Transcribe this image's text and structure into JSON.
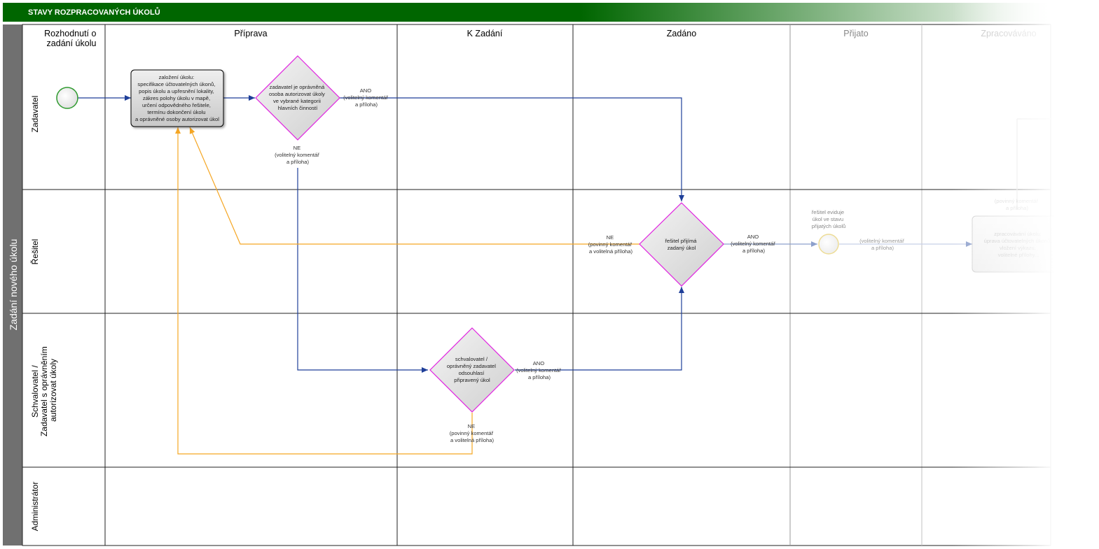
{
  "header": {
    "title": "STAVY ROZPRACOVANÝCH ÚKOLŮ"
  },
  "pool": {
    "label": "Zadání nového úkolu"
  },
  "columns": [
    {
      "label_lines": [
        "Rozhodnutí o",
        "zadání úkolu"
      ]
    },
    {
      "label_lines": [
        "Příprava"
      ]
    },
    {
      "label_lines": [
        "K Zadání"
      ]
    },
    {
      "label_lines": [
        "Zadáno"
      ]
    },
    {
      "label_lines": [
        "Přijato"
      ]
    },
    {
      "label_lines": [
        "Zpracováváno"
      ]
    }
  ],
  "lanes": [
    {
      "label_lines": [
        "Zadavatel"
      ]
    },
    {
      "label_lines": [
        "Řešitel"
      ]
    },
    {
      "label_lines": [
        "Schvalovatel /",
        "Zadavatel s oprávněním",
        "autorizovat úkoly"
      ]
    },
    {
      "label_lines": [
        "Administrátor"
      ]
    }
  ],
  "nodes": {
    "task_create": {
      "type": "task",
      "lines": [
        "založení úkolu:",
        "specifikace účtovatelných úkonů,",
        "popis úkolu a upřesnění lokality,",
        "zákres polohy úkolu v mapě,",
        "určení odpovědného řešitele,",
        "termínu dokončení úkolu",
        "a oprávněné osoby autorizovat úkol"
      ]
    },
    "gw_authorized": {
      "type": "gateway",
      "lines": [
        "zadavatel je oprávněná",
        "osoba autorizovat úkoly",
        "ve vybrané kategorii",
        "hlavních činností"
      ]
    },
    "gw_accept": {
      "type": "gateway",
      "lines": [
        "řešitel přijímá",
        "zadaný úkol"
      ]
    },
    "gw_approve": {
      "type": "gateway",
      "lines": [
        "schvalovatel /",
        "oprávněný zadavatel",
        "odsouhlasí",
        "připravený úkol"
      ]
    },
    "event_accepted": {
      "type": "event",
      "lines": [
        "řešitel eviduje",
        "úkol ve stavu",
        "přijatých úkolů"
      ]
    },
    "task_processing": {
      "type": "task",
      "lines": [
        "zpracovávání úkolu:",
        "úprava účtovatelných úkonů,",
        "vložení výkazu,",
        "volitelné přílohy..."
      ]
    },
    "note_hidden": {
      "lines": [
        "(povinný komentář",
        "a příloha)"
      ]
    }
  },
  "flow_labels": {
    "auth_yes": [
      "ANO",
      "(volitelný komentář",
      "a příloha)"
    ],
    "auth_no": [
      "NE",
      "(volitelný komentář",
      "a příloha)"
    ],
    "accept_no": [
      "NE",
      "(povinný komentář",
      "a volitelná příloha)"
    ],
    "accept_yes": [
      "ANO",
      "(volitelný komentář",
      "a příloha)"
    ],
    "accepted_out": [
      "(volitelný komentář",
      "a příloha)"
    ],
    "approve_yes": [
      "ANO",
      "(volitelný komentář",
      "a příloha)"
    ],
    "approve_no": [
      "NE",
      "(povinný komentář",
      "a volitelná příloha)"
    ]
  },
  "colors": {
    "header_green": "#006600",
    "pool_band": "#707070",
    "flow_blue": "#1f3f99",
    "flow_orange": "#f5a623",
    "gateway_border": "#e020e0",
    "start_event_border": "#2e9a2e",
    "intermediate_event_border": "#e0c040",
    "node_fill": "#d8d8d8",
    "grid_line": "#222222"
  }
}
